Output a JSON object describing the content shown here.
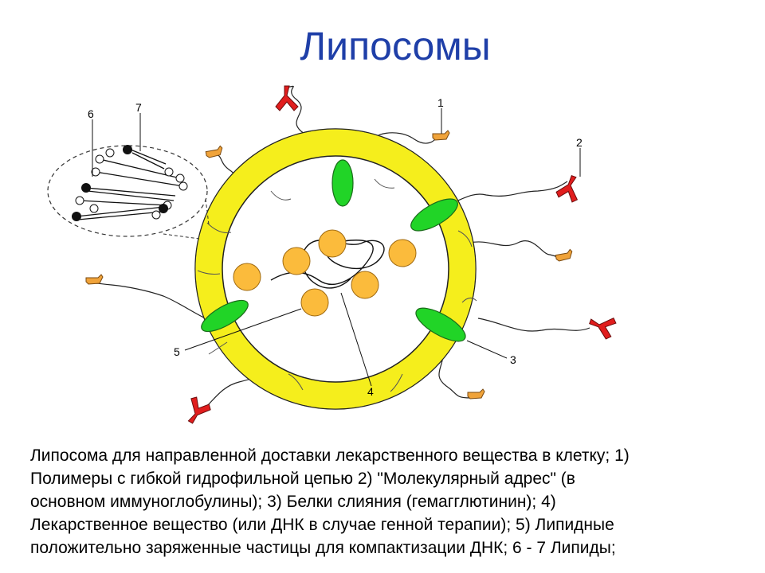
{
  "title": "Липосомы",
  "caption_lines": [
    "Липосома для направленной доставки лекарственного вещества в клетку; 1)",
    "Полимеры с гибкой гидрофильной цепью 2) \"Молекулярный адрес\" (в",
    "основном иммуноглобулины); 3) Белки слияния (гемагглютинин); 4)",
    "Лекарственное вещество (или ДНК в случае генной терапии); 5) Липидные",
    "положительно заряженные частицы для компактизации ДНК; 6 - 7  Липиды;"
  ],
  "labels": {
    "l1": "1",
    "l2": "2",
    "l3": "3",
    "l4": "4",
    "l5": "5",
    "l6": "6",
    "l7": "7"
  },
  "colors": {
    "membrane": "#f5ee1c",
    "fusion_protein": "#21d427",
    "antibody": "#e11d1d",
    "polymer_tip": "#f0a33a",
    "lipid_particle": "#fbbb3c",
    "title": "#1f3fa8"
  }
}
